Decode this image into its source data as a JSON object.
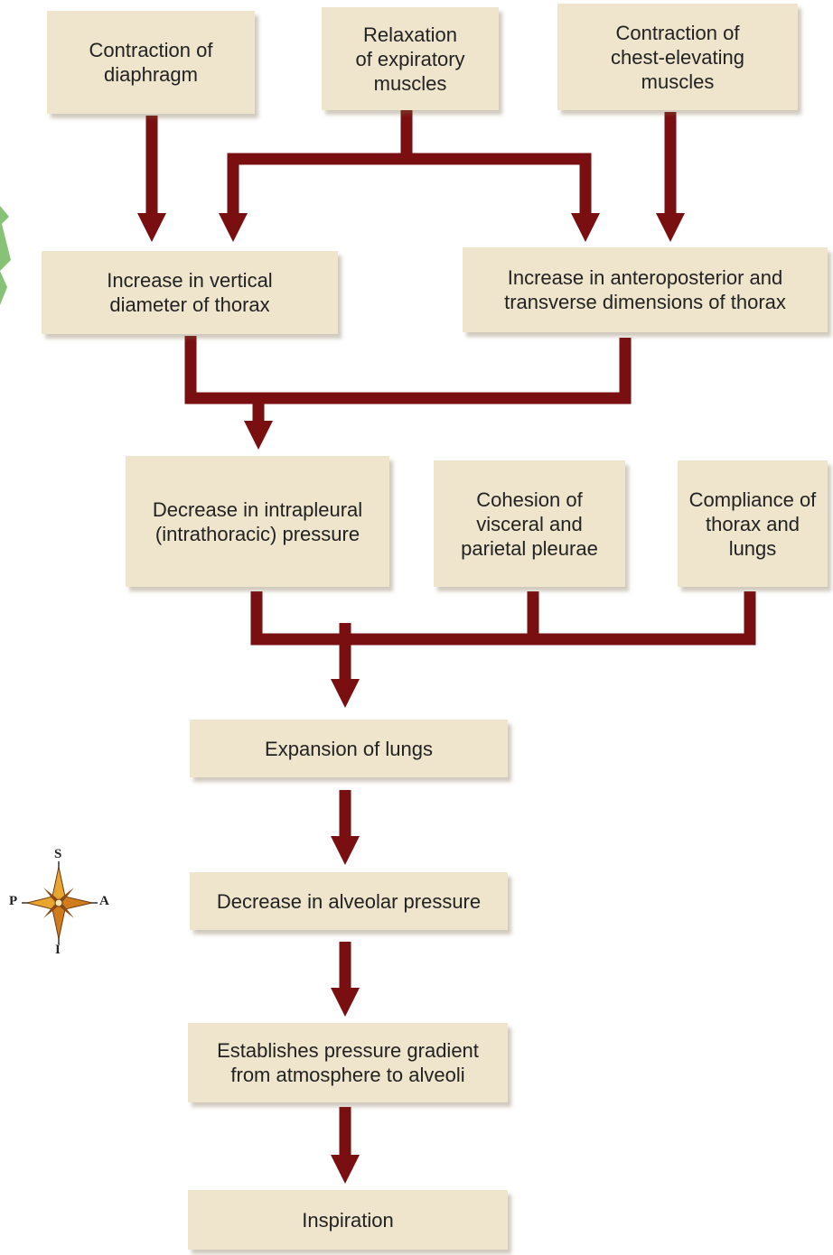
{
  "nodes": {
    "contraction_diaphragm": "Contraction of\ndiaphragm",
    "relaxation_expiratory": "Relaxation\nof expiratory\nmuscles",
    "contraction_chest": "Contraction of\nchest-elevating\nmuscles",
    "increase_vertical": "Increase in vertical\ndiameter of thorax",
    "increase_ap": "Increase in anteroposterior and\ntransverse dimensions of thorax",
    "decrease_intrapleural": "Decrease in intrapleural\n(intrathoracic) pressure",
    "cohesion": "Cohesion of\nvisceral and\nparietal pleurae",
    "compliance": "Compliance of\nthorax and\nlungs",
    "expansion": "Expansion of lungs",
    "decrease_alveolar": "Decrease in alveolar pressure",
    "gradient": "Establishes pressure gradient\nfrom atmosphere to alveoli",
    "inspiration": "Inspiration"
  },
  "compass": {
    "top": "S",
    "left": "P",
    "right": "A",
    "bottom": "I"
  },
  "colors": {
    "box_fill": "#efe5cd",
    "arrow": "#7a0f12",
    "compass_gold": "#e8a630",
    "leaf_green": "#5fae4a"
  }
}
